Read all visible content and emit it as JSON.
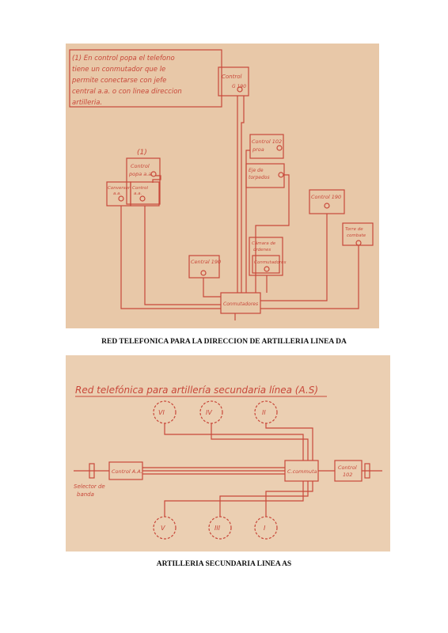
{
  "diagram1": {
    "note_lines": [
      "(1) En control popa el telefono",
      "tiene un conmutador que le",
      "permite conectarse con jefe",
      "central a.a. o con linea direccion",
      "artilleria."
    ],
    "marker": "(1)",
    "boxes": {
      "control_proa": "Control",
      "control_proa_num": "G 190",
      "control_102_line1": "Control 102",
      "control_102_line2": "proa",
      "eje_line1": "Eje de",
      "eje_line2": "torpedos",
      "control_190": "Control 190",
      "torre_line1": "Torre de",
      "torre_line2": "combate",
      "camara_line1": "Cámara de",
      "camara_line2": "órdenes",
      "conmutadores_small": "Conmutadores",
      "control_popa_line1": "Control",
      "control_popa_line2": "popa a.a.",
      "conversor_line1": "Conversor",
      "conversor_line2": "a.a.",
      "control_aa_line1": "Control",
      "control_aa_line2": "a.a.",
      "central_190": "Central 190",
      "conmutadores_main": "Conmutadores"
    }
  },
  "caption1": "RED TELEFONICA PARA LA DIRECCION DE ARTILLERIA LINEA DA",
  "diagram2": {
    "title": "Red telefónica para artillería secundaria línea (A.S)",
    "circles_top": [
      "VI",
      "IV",
      "II"
    ],
    "circles_bottom": [
      "V",
      "III",
      "I"
    ],
    "control_aa": "Control A.A.",
    "commuta": "C.commuta",
    "control_102_line1": "Control",
    "control_102_line2": "102",
    "selector_line1": "Selector de",
    "selector_line2": "banda"
  },
  "caption2": "ARTILLERIA SECUNDARIA LINEA AS",
  "colors": {
    "ink": "#c8483a",
    "paper": "#e8c8a8"
  }
}
